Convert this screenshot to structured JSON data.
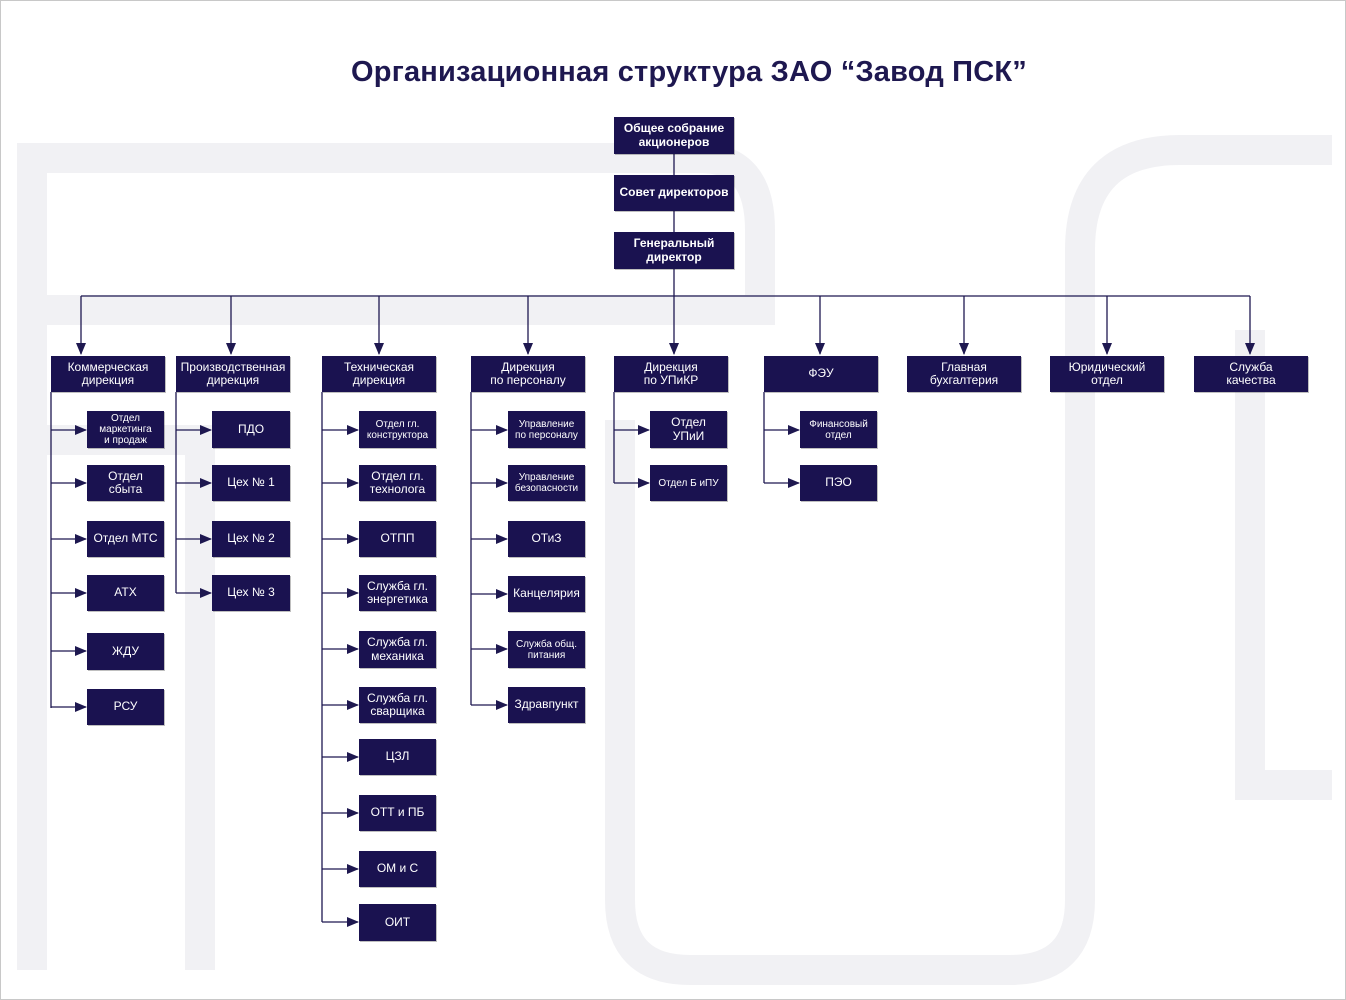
{
  "title": "Организационная структура ЗАО “Завод ПСК”",
  "colors": {
    "box": "#1a1250",
    "line": "#1e1850",
    "watermark": "#f1f1f4"
  },
  "top_chain": {
    "shareholders": "Общее собрание\nакционеров",
    "board": "Совет директоров",
    "ceo": "Генеральный\nдиректор"
  },
  "directorates": [
    {
      "label": "Коммерческая\nдирекция",
      "children": [
        "Отдел\nмаркетинга\nи продаж",
        "Отдел сбыта",
        "Отдел МТС",
        "АТХ",
        "ЖДУ",
        "РСУ"
      ]
    },
    {
      "label": "Производственная\nдирекция",
      "children": [
        "ПДО",
        "Цех № 1",
        "Цех № 2",
        "Цех № 3"
      ]
    },
    {
      "label": "Техническая\nдирекция",
      "children": [
        "Отдел гл.\nконструктора",
        "Отдел гл.\nтехнолога",
        "ОТПП",
        "Служба гл.\nэнергетика",
        "Служба гл.\nмеханика",
        "Служба гл.\nсварщика",
        "ЦЗЛ",
        "ОТТ и ПБ",
        "ОМ и С",
        "ОИТ"
      ]
    },
    {
      "label": "Дирекция\nпо персоналу",
      "children": [
        "Управление\nпо персоналу",
        "Управление\nбезопасности",
        "ОТиЗ",
        "Канцелярия",
        "Служба общ.\nпитания",
        "Здравпункт"
      ]
    },
    {
      "label": "Дирекция\nпо УПиКР",
      "children": [
        "Отдел\nУПиИ",
        "Отдел Б иПУ"
      ]
    },
    {
      "label": "ФЭУ",
      "children": [
        "Финансовый\nотдел",
        "ПЭО"
      ]
    },
    {
      "label": "Главная\nбухгалтерия",
      "children": []
    },
    {
      "label": "Юридический\nотдел",
      "children": []
    },
    {
      "label": "Служба\nкачества",
      "children": []
    }
  ]
}
